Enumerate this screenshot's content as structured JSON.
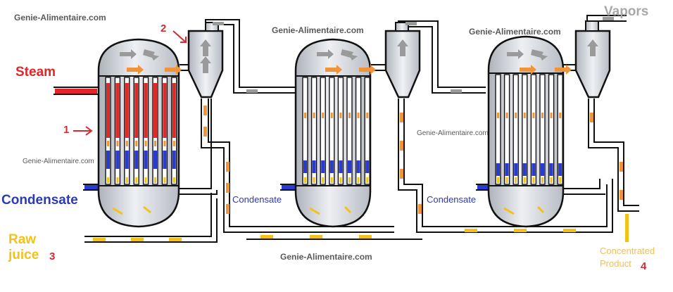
{
  "labels": {
    "steam": "Steam",
    "condensate_main": "Condensate",
    "condensate_2": "Condensate",
    "condensate_3": "Condensate",
    "raw_juice_line1": "Raw",
    "raw_juice_line2": "juice",
    "vapors": "Vapors",
    "concentrated_line1": "Concentrated",
    "concentrated_line2": "Product"
  },
  "callouts": {
    "n1": "1",
    "n2": "2",
    "n3": "3",
    "n4": "4"
  },
  "watermarks": {
    "w1": "Genie-Alimentaire.com",
    "w2": "Genie-Alimentaire.com",
    "w3": "Genie-Alimentaire.com",
    "w4": "Genie-Alimentaire.com",
    "w5": "Genie-Alimentaire.com",
    "w6": "Genie-Alimentaire.com"
  },
  "colors": {
    "steam": "#e0262a",
    "tube_hot": "#e02a2a",
    "tube_cool": "#2b3bd0",
    "juice": "#f2c21a",
    "flow_arrow": "#f0943a",
    "vapor": "#9a9a9a",
    "vessel_fill": "#cfd2d8",
    "pipe": "#111111"
  },
  "diagram": {
    "type": "triple-effect evaporator",
    "effects": 3
  }
}
